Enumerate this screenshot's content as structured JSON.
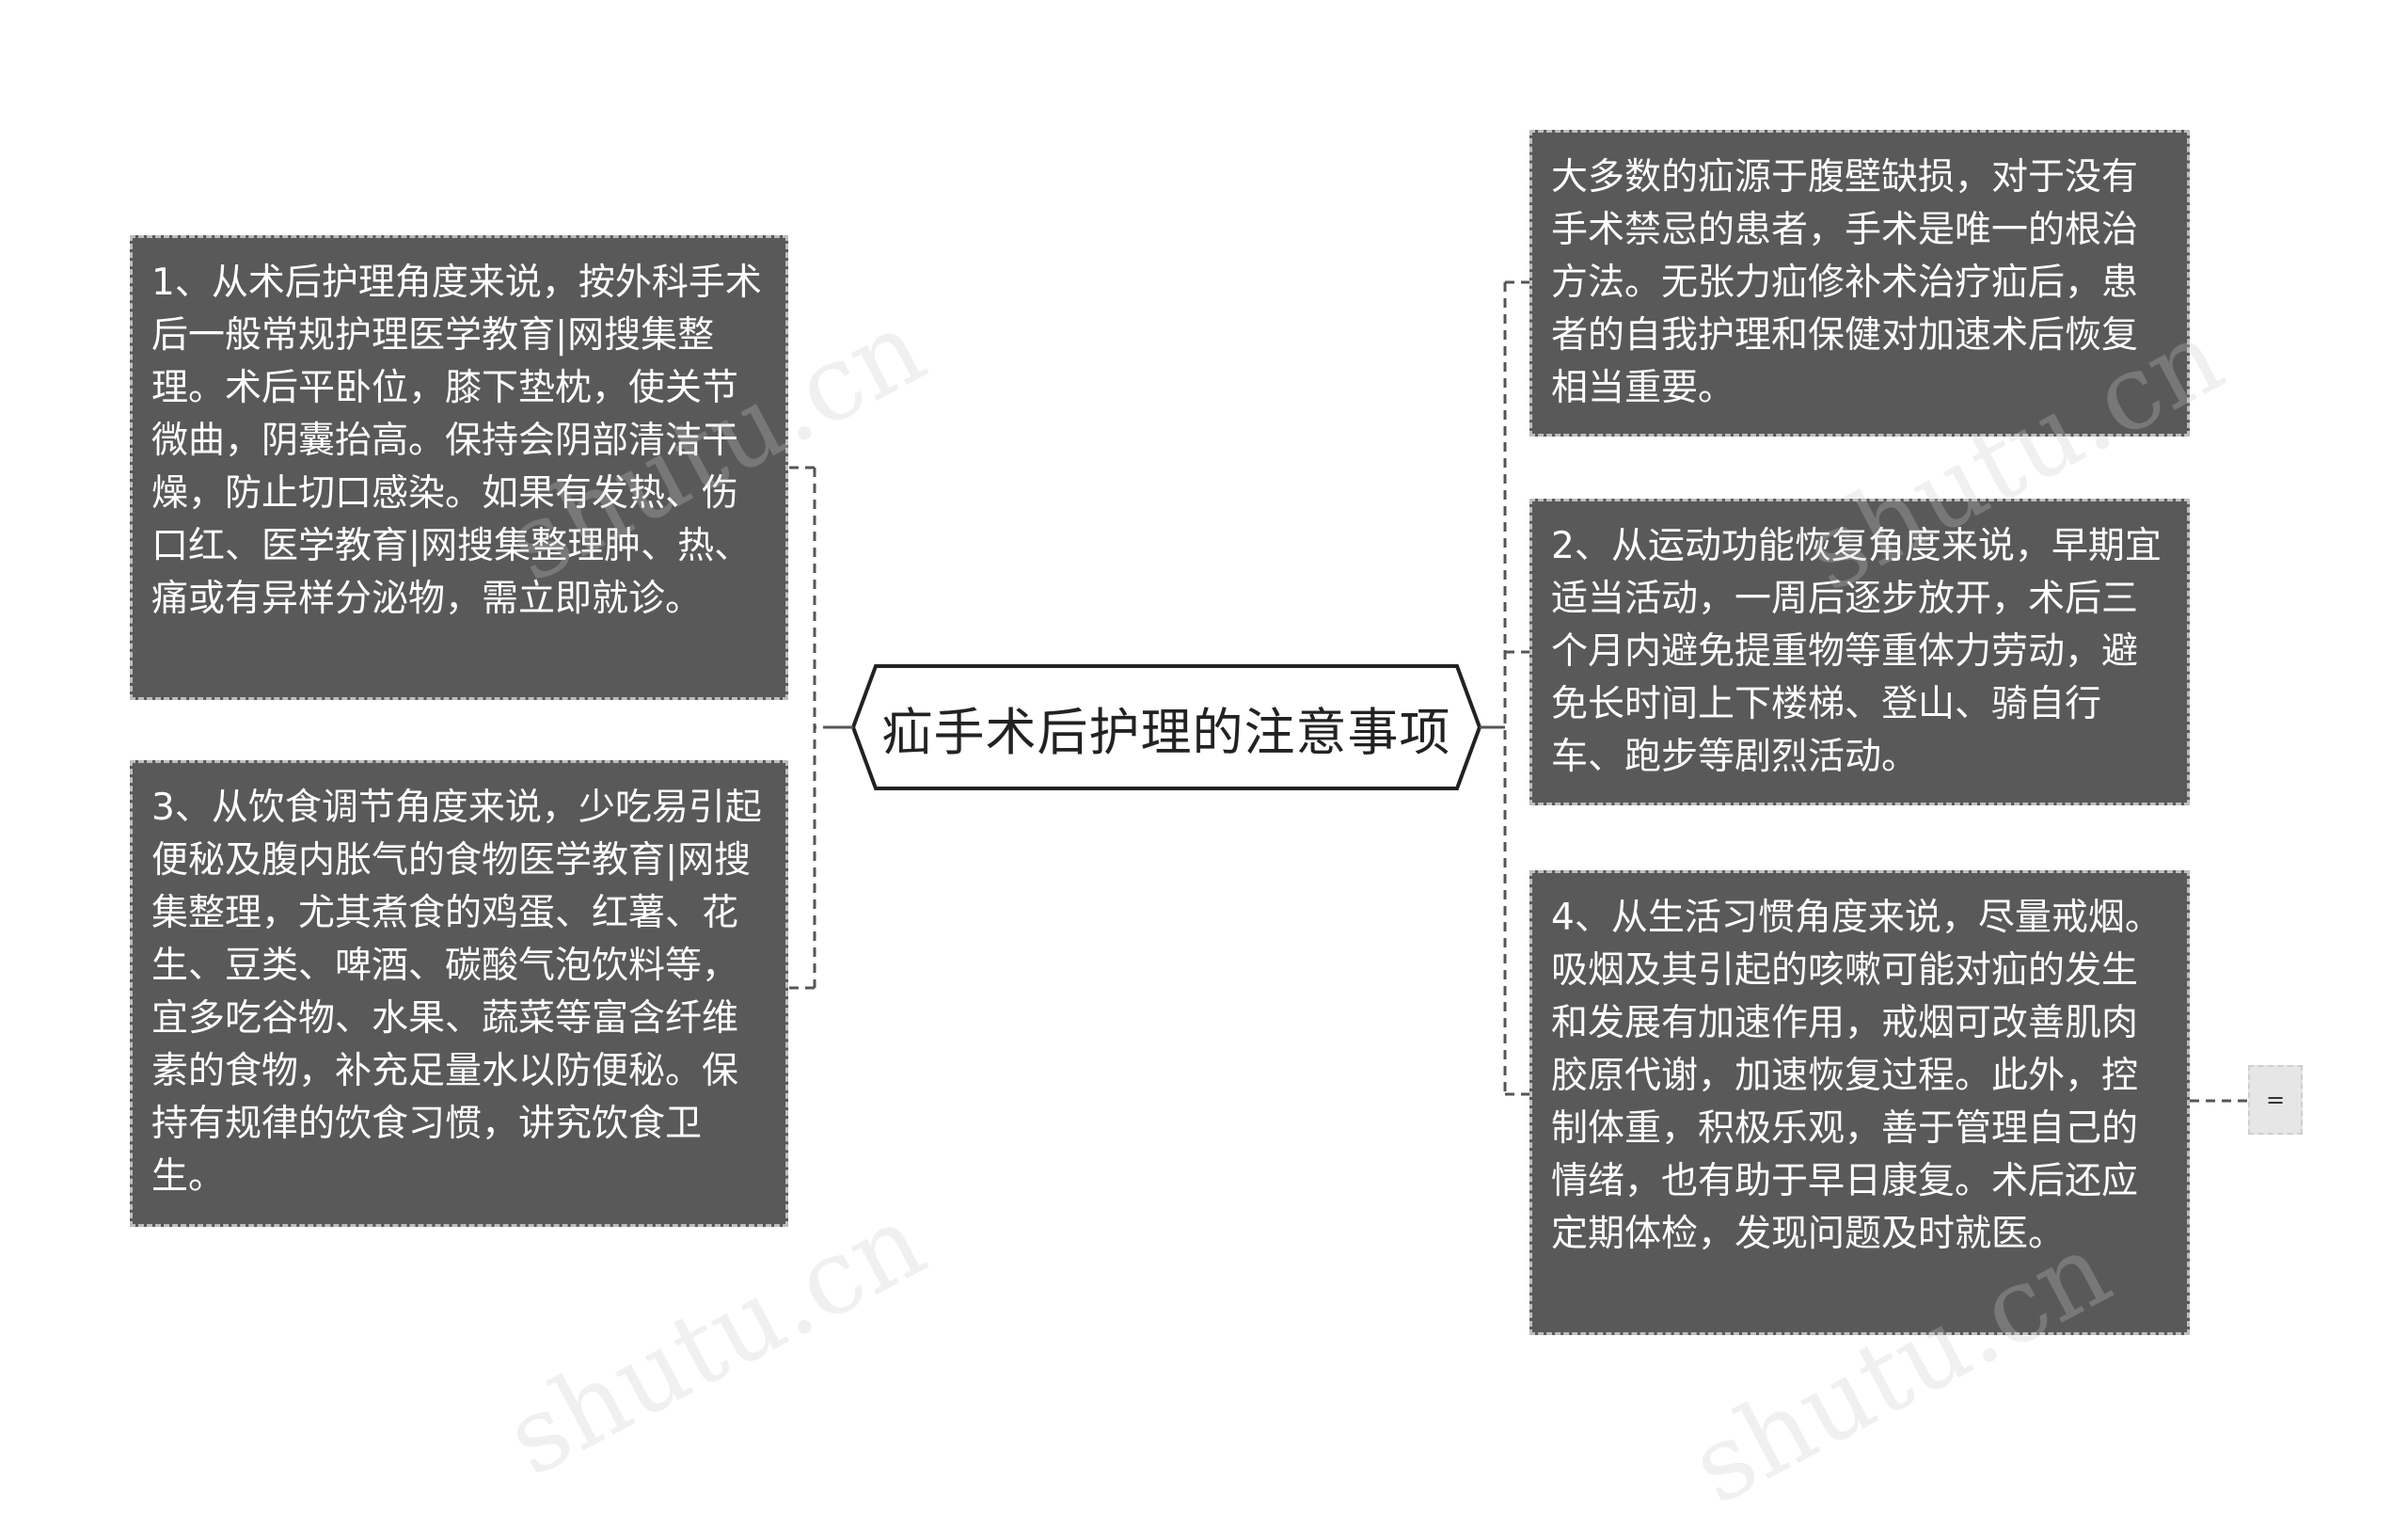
{
  "center": {
    "label": "疝手术后护理的注意事项"
  },
  "left_nodes": [
    {
      "id": "n1",
      "text": "1、从术后护理角度来说，按外科手术后一般常规护理医学教育|网搜集整理。术后平卧位，膝下垫枕，使关节微曲，阴囊抬高。保持会阴部清洁干燥，防止切口感染。如果有发热、伤口红、医学教育|网搜集整理肿、热、痛或有异样分泌物，需立即就诊。"
    },
    {
      "id": "n3",
      "text": "3、从饮食调节角度来说，少吃易引起便秘及腹内胀气的食物医学教育|网搜集整理，尤其煮食的鸡蛋、红薯、花生、豆类、啤酒、碳酸气泡饮料等，宜多吃谷物、水果、蔬菜等富含纤维素的食物，补充足量水以防便秘。保持有规律的饮食习惯，讲究饮食卫生。"
    }
  ],
  "right_nodes": [
    {
      "id": "nr0",
      "text": "大多数的疝源于腹壁缺损，对于没有手术禁忌的患者，手术是唯一的根治方法。无张力疝修补术治疗疝后，患者的自我护理和保健对加速术后恢复相当重要。"
    },
    {
      "id": "n2",
      "text": "2、从运动功能恢复角度来说，早期宜适当活动，一周后逐步放开，术后三个月内避免提重物等重体力劳动，避免长时间上下楼梯、登山、骑自行车、跑步等剧烈活动。"
    },
    {
      "id": "n4",
      "text": "4、从生活习惯角度来说，尽量戒烟。吸烟及其引起的咳嗽可能对疝的发生和发展有加速作用，戒烟可改善肌肉胶原代谢，加速恢复过程。此外，控制体重，积极乐观，善于管理自己的情绪，也有助于早日康复。术后还应定期体检，发现问题及时就医。"
    }
  ],
  "collapse_button": {
    "label": "="
  },
  "watermark": {
    "text": "shutu.cn"
  },
  "colors": {
    "node_bg": "#595959",
    "node_text": "#ffffff",
    "node_border": "#bdbdbd",
    "connector": "#555555"
  }
}
